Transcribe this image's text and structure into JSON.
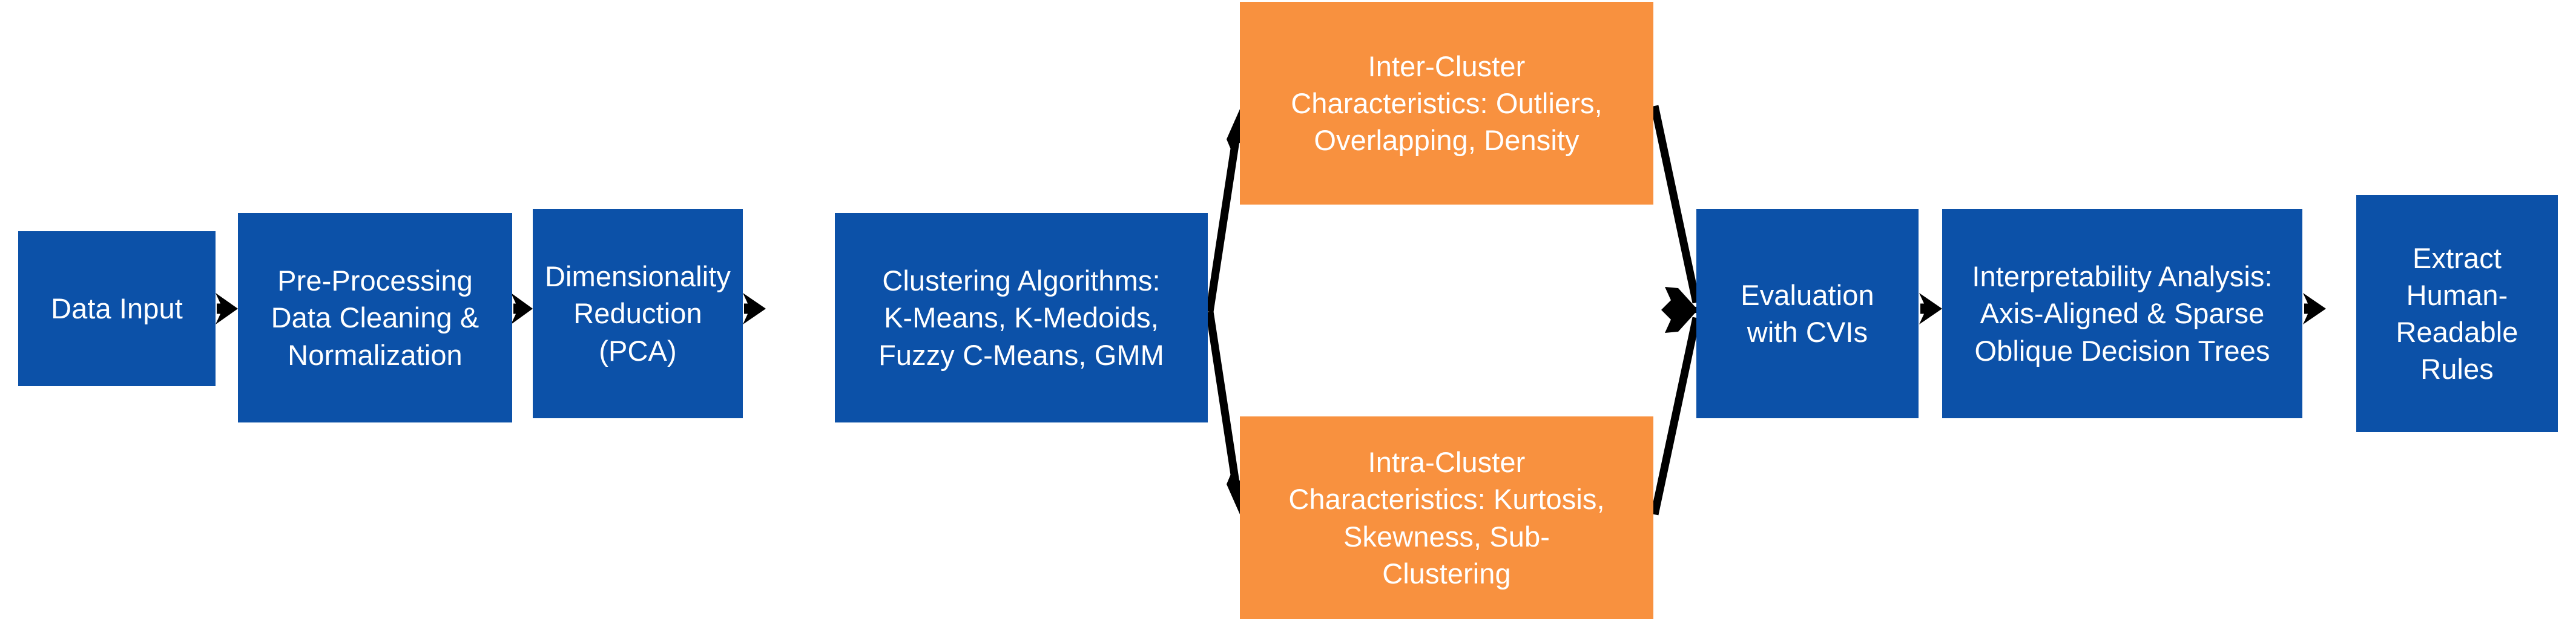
{
  "diagram": {
    "title": "Clustering Analysis Pipeline Flowchart",
    "type": "flowchart",
    "orientation": "left-to-right",
    "background_color": "#ffffff",
    "palette": {
      "process_fill": "#0c51a8",
      "characteristic_fill": "#f8913f",
      "node_text": "#ffffff",
      "connector": "#000000"
    }
  },
  "nodes": {
    "data_input": {
      "label": "Data Input",
      "role": "process",
      "color": "#0c51a8"
    },
    "preprocessing": {
      "label": "Pre-Processing\nData Cleaning &\nNormalization",
      "role": "process",
      "color": "#0c51a8"
    },
    "dimensionality_reduction": {
      "label": "Dimensionality\nReduction (PCA)",
      "role": "process",
      "color": "#0c51a8"
    },
    "clustering_algorithms": {
      "label": "Clustering Algorithms:\nK-Means, K-Medoids,\nFuzzy C-Means, GMM",
      "role": "process",
      "color": "#0c51a8"
    },
    "inter_cluster": {
      "label": "Inter-Cluster\nCharacteristics: Outliers,\nOverlapping, Density",
      "role": "characteristic",
      "color": "#f8913f"
    },
    "intra_cluster": {
      "label": "Intra-Cluster\nCharacteristics: Kurtosis,\nSkewness, Sub-\nClustering",
      "role": "characteristic",
      "color": "#f8913f"
    },
    "evaluation": {
      "label": "Evaluation\nwith CVIs",
      "role": "process",
      "color": "#0c51a8"
    },
    "interpretability": {
      "label": "Interpretability Analysis:\nAxis-Aligned & Sparse\nOblique Decision Trees",
      "role": "process",
      "color": "#0c51a8"
    },
    "extract_rules": {
      "label": "Extract\nHuman-\nReadable\nRules",
      "role": "process",
      "color": "#0c51a8"
    }
  },
  "edges": [
    {
      "id": "e1",
      "from": "data_input",
      "to": "preprocessing",
      "style": "arrow"
    },
    {
      "id": "e2",
      "from": "preprocessing",
      "to": "dimensionality_reduction",
      "style": "arrow"
    },
    {
      "id": "e3",
      "from": "dimensionality_reduction",
      "to": "clustering_algorithms",
      "style": "arrow"
    },
    {
      "id": "e4",
      "from": "clustering_algorithms",
      "to": "inter_cluster",
      "style": "arrow"
    },
    {
      "id": "e5",
      "from": "clustering_algorithms",
      "to": "intra_cluster",
      "style": "arrow"
    },
    {
      "id": "e6",
      "from": "inter_cluster",
      "to": "evaluation",
      "style": "arrow"
    },
    {
      "id": "e7",
      "from": "intra_cluster",
      "to": "evaluation",
      "style": "arrow"
    },
    {
      "id": "e8",
      "from": "evaluation",
      "to": "interpretability",
      "style": "arrow"
    },
    {
      "id": "e9",
      "from": "interpretability",
      "to": "extract_rules",
      "style": "arrow"
    }
  ]
}
